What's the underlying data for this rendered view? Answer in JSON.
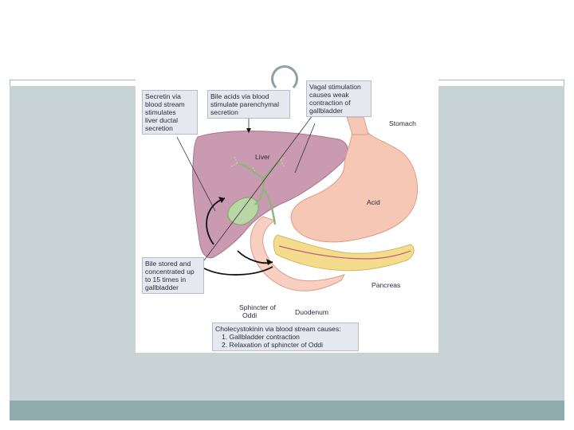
{
  "callouts": {
    "secretin": [
      "Secretin via",
      "blood stream",
      "stimulates",
      "liver ductal",
      "secretion"
    ],
    "bile_acids": [
      "Bile acids via blood",
      "stimulate parenchymal",
      "secretion"
    ],
    "vagal": [
      "Vagal stimulation",
      "causes weak",
      "contraction of",
      "gallbladder"
    ],
    "bile_stored": [
      "Bile stored and",
      "concentrated up",
      "to 15 times in",
      "gallbladder"
    ],
    "sphincter": [
      "Sphincter of",
      "Oddi"
    ],
    "cholecystokinin": [
      "Cholecystokinin via blood stream causes:",
      "1. Gallbladder contraction",
      "2. Relaxation of sphincter of Oddi"
    ]
  },
  "labels": {
    "stomach": "Stomach",
    "liver": "Liver",
    "acid": "Acid",
    "pancreas": "Pancreas",
    "duodenum": "Duodenum"
  },
  "colors": {
    "liver": "#c99ab0",
    "stomach": "#f6c7b4",
    "pancreas": "#f5dc8c",
    "duodenum": "#f8cfc0",
    "gallbladder": "#b8d6a6",
    "content_band": "#c8d3d6",
    "footer_band": "#8fabad"
  }
}
